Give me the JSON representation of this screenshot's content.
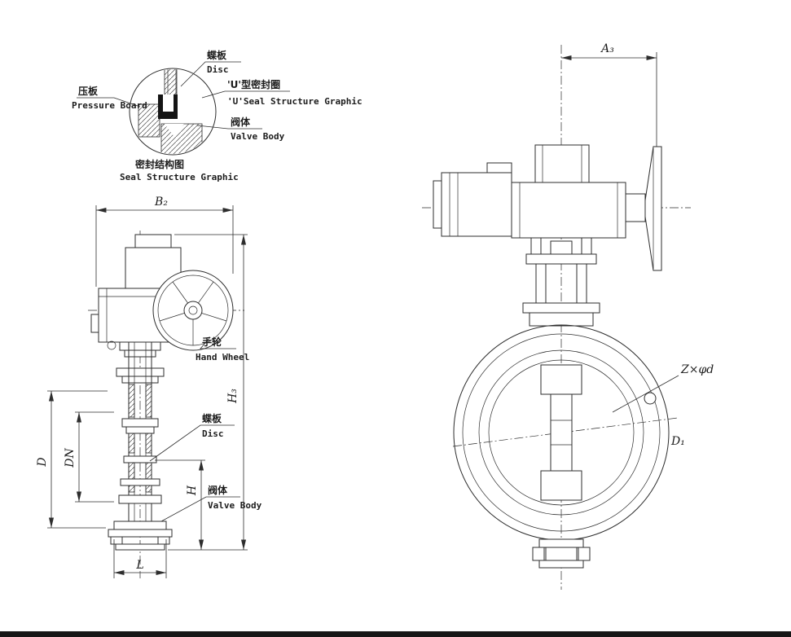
{
  "window": {
    "background": "#ffffff",
    "ink": "#2d2d2d"
  },
  "seal_detail": {
    "disc_zh": "蝶板",
    "disc_en": "Disc",
    "pressure_zh": "压板",
    "pressure_en": "Pressure Board",
    "u_seal_zh": "'U'型密封圈",
    "u_seal_en": "'U'Seal Structure Graphic",
    "body_zh": "阀体",
    "body_en": "Valve Body",
    "caption_zh": "密封结构图",
    "caption_en": "Seal Structure Graphic"
  },
  "side_view": {
    "handwheel_zh": "手轮",
    "handwheel_en": "Hand Wheel",
    "disc_zh": "蝶板",
    "disc_en": "Disc",
    "body_zh": "阀体",
    "body_en": "Valve Body",
    "dim_b2": "B₂",
    "dim_d": "D",
    "dim_dn": "DN",
    "dim_h": "H",
    "dim_h3": "H₃",
    "dim_l": "L"
  },
  "front_view": {
    "dim_a3": "A₃",
    "dim_bolt": "Z×φd",
    "dim_d1": "D₁"
  }
}
